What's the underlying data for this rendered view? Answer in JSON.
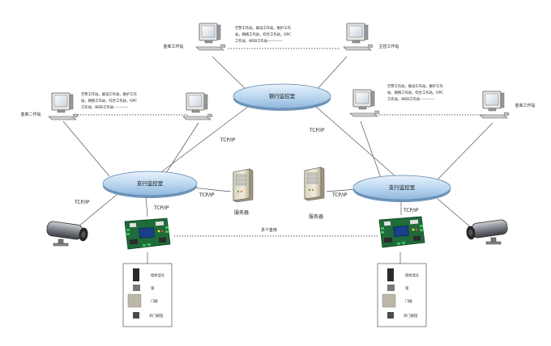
{
  "diagram": {
    "hubs": {
      "top": "银行监控室",
      "left": "支行监控室",
      "right": "支行监控室"
    },
    "links": {
      "top_left": "TCP/IP",
      "top_right": "TCP/IP",
      "left_server": "TCP/IP",
      "left_camera": "TCP/IP",
      "left_board": "TCP/IP",
      "right_server": "TCP/IP",
      "right_board": "TCP/IP",
      "boards": "多个金库"
    },
    "workstations": {
      "top_left": "金库工作站",
      "top_right": "主控工作站",
      "mid_left": "金库二作站",
      "mid_right": "金库工作站"
    },
    "roles": {
      "top": [
        "告警工作站，联动工作站，维护工作",
        "站，网络工作站，综合工作站，OPC",
        "工作站，WEB工作站------------"
      ],
      "left": [
        "告警工作站，联动工作站，维护工作",
        "站，网络工作站，综合工作站，OPC",
        "工作站，WEB工作站------------"
      ],
      "right": [
        "告警工作站，联动工作站，维护工作",
        "站，网络工作站，综合工作站，OPC",
        "工作站，WEB工作站------------"
      ]
    },
    "servers": {
      "left": "服务器",
      "right": "服务器"
    },
    "access_left": [
      "指纹读头",
      "锁",
      "门磁",
      "开门按钮"
    ],
    "access_right": [
      "指纹读头",
      "锁",
      "门磁",
      "开门按钮"
    ]
  }
}
